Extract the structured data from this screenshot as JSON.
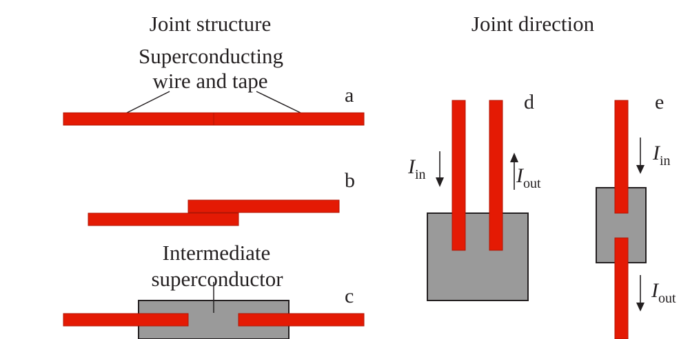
{
  "titles": {
    "left": "Joint structure",
    "right": "Joint direction"
  },
  "labels": {
    "wire_tape_line1": "Superconducting",
    "wire_tape_line2": "wire and tape",
    "intermediate_line1": "Intermediate",
    "intermediate_line2": "superconductor"
  },
  "panels": {
    "a": "a",
    "b": "b",
    "c": "c",
    "d": "d",
    "e": "e"
  },
  "currents": {
    "symbol": "I",
    "in_sub": "in",
    "out_sub": "out"
  },
  "colors": {
    "tape": "#e41a04",
    "intermediate": "#9a9a9a",
    "text": "#231f20"
  }
}
